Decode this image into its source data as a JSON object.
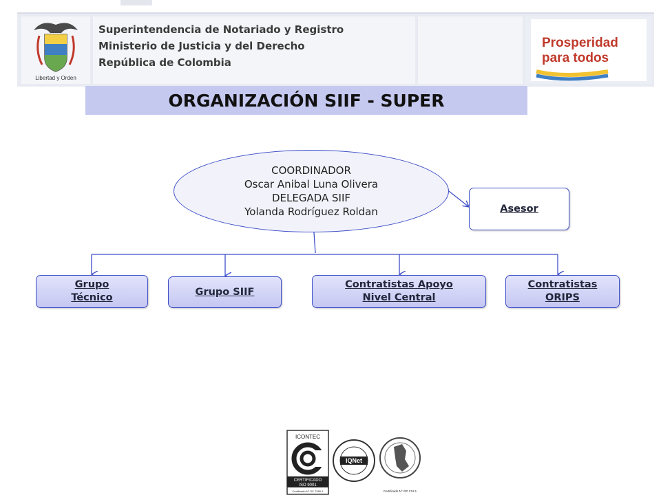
{
  "header": {
    "institution_lines": [
      "Superintendencia de Notariado y Registro",
      "Ministerio de Justicia y del Derecho",
      "República de Colombia"
    ],
    "crest_caption": "Libertad y Orden",
    "brand_logo": [
      "Prosperidad",
      "para todos"
    ]
  },
  "title": "ORGANIZACIÓN  SIIF - SUPER",
  "coordinator": {
    "lines": [
      "COORDINADOR",
      "Oscar Anibal Luna Olivera",
      "DELEGADA SIIF",
      "Yolanda Rodríguez Roldan"
    ]
  },
  "advisor": {
    "label": "Asesor"
  },
  "groups": [
    {
      "label": "Grupo\nTécnico"
    },
    {
      "label": "Grupo SIIF"
    },
    {
      "label": "Contratistas  Apoyo\nNivel Central"
    },
    {
      "label": "Contratistas\nORIPS"
    }
  ],
  "certifications": {
    "icontec": {
      "name": "ICONTEC",
      "cert": "CERTIFICADO",
      "standard": "ISO 9001",
      "number": "Certificado N° SC 7280-1"
    },
    "iqnet": {
      "name": "IQNet"
    },
    "gp": {
      "number": "Certificado N° GP 174-1"
    }
  },
  "colors": {
    "accent": "#3d4fc8",
    "title_bar": "#c6c9ef",
    "header_bg": "#e9ebf3"
  }
}
